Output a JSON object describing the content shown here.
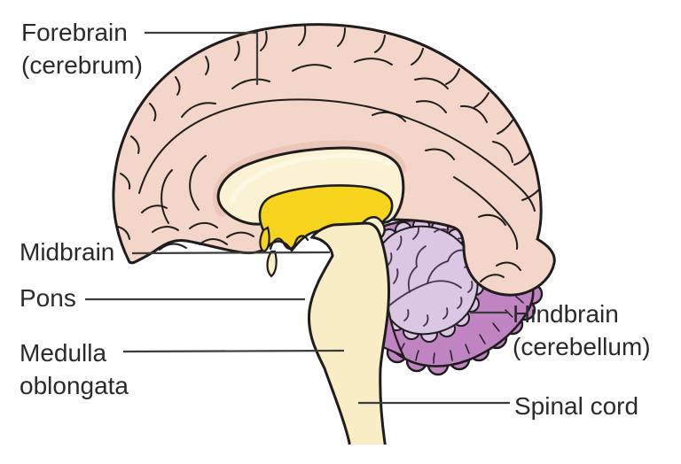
{
  "diagram": {
    "labels": {
      "forebrain_line1": "Forebrain",
      "forebrain_line2": "(cerebrum)",
      "midbrain": "Midbrain",
      "pons": "Pons",
      "medulla_line1": "Medulla",
      "medulla_line2": "oblongata",
      "hindbrain_line1": "Hindbrain",
      "hindbrain_line2": "(cerebellum)",
      "spinal_cord": "Spinal cord"
    },
    "colors": {
      "cerebrum": "#f3d5c9",
      "outline": "#1e1c1c",
      "cream": "#fbf2d3",
      "cream_sheen": "#fdf8e3",
      "halo": "#edc6ba",
      "yellow": "#f7d51e",
      "brainstem": "#f9edc6",
      "cerebellum_outer": "#c084c3",
      "cerebellum_inner": "#dbc7e4",
      "branch": "#43304d",
      "leader": "#3c3c3c",
      "text": "#2a2a2a",
      "background": "#ffffff"
    }
  }
}
